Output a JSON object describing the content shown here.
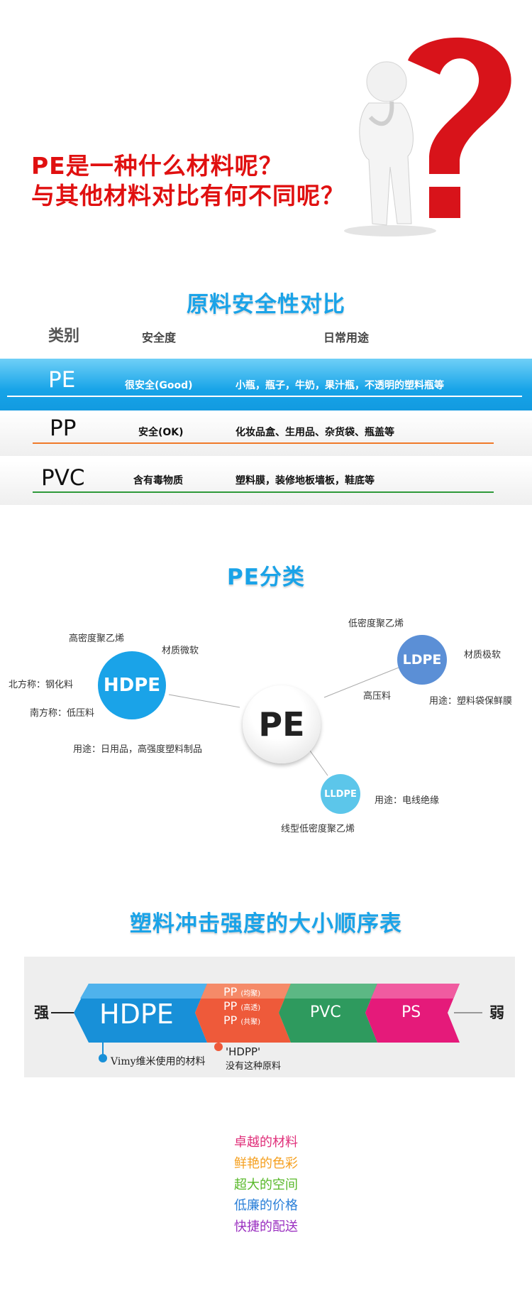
{
  "hero": {
    "line1": "PE是一种什么材料呢？",
    "line2": "与其他材料对比有何不同呢？"
  },
  "safety": {
    "title": "原料安全性对比",
    "headers": {
      "category": "类别",
      "safety": "安全度",
      "usage": "日常用途"
    },
    "rows": [
      {
        "material": "PE",
        "safety": "很安全(Good)",
        "usage": "小瓶，瓶子，牛奶，果汁瓶，不透明的塑料瓶等"
      },
      {
        "material": "PP",
        "safety": "安全(OK)",
        "usage": "化妆品盒、生用品、杂货袋、瓶盖等"
      },
      {
        "material": "PVC",
        "safety": "含有毒物质",
        "usage": "塑料膜，装修地板墙板，鞋底等"
      }
    ]
  },
  "classification": {
    "title": "PE分类",
    "center": "PE",
    "hdpe": {
      "label": "HDPE",
      "name": "高密度聚乙烯",
      "feel": "材质微软",
      "north": "北方称：钢化料",
      "south": "南方称：低压料",
      "use": "用途：日用品，高强度塑料制品"
    },
    "ldpe": {
      "label": "LDPE",
      "name": "低密度聚乙烯",
      "feel": "材质极软",
      "alias": "高压料",
      "use": "用途：塑料袋保鲜膜"
    },
    "lldpe": {
      "label": "LLDPE",
      "name": "线型低密度聚乙烯",
      "use": "用途：电线绝缘"
    }
  },
  "impact": {
    "title": "塑料冲击强度的大小顺序表",
    "strong": "强",
    "weak": "弱",
    "hdpe": "HDPE",
    "pp_items": [
      {
        "main": "PP",
        "sub": "(均聚)"
      },
      {
        "main": "PP",
        "sub": "(高透)"
      },
      {
        "main": "PP",
        "sub": "(共聚)"
      }
    ],
    "pvc": "PVC",
    "ps": "PS",
    "note_hdpe": "Vimy维米使用的材料",
    "note_hdpp_1": "'HDPP'",
    "note_hdpp_2": "没有这种原料"
  },
  "features": [
    {
      "text": "卓越的材料",
      "color": "#e0307a"
    },
    {
      "text": "鲜艳的色彩",
      "color": "#f5a020"
    },
    {
      "text": "超大的空间",
      "color": "#58b82a"
    },
    {
      "text": "低廉的价格",
      "color": "#2a7fd8"
    },
    {
      "text": "快捷的配送",
      "color": "#9a2fc0"
    }
  ]
}
